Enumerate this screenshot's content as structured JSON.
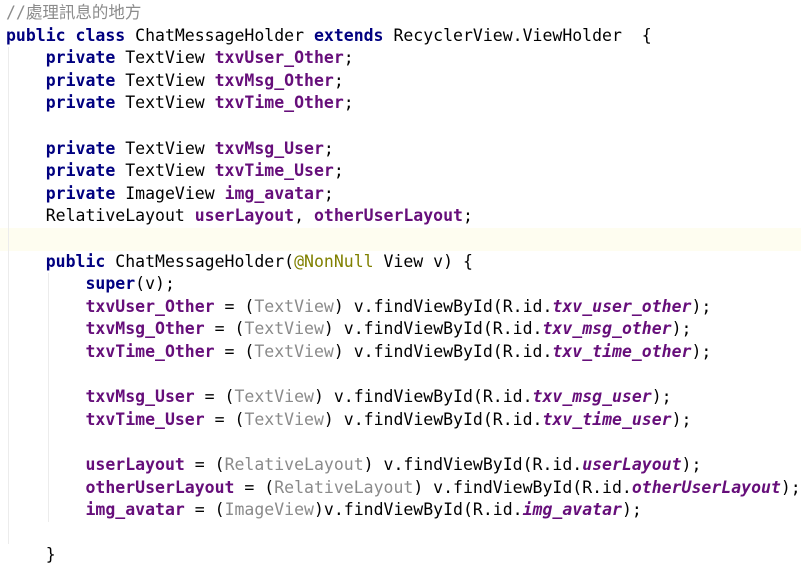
{
  "editor": {
    "language": "java",
    "current_line_index": 10,
    "colors": {
      "background": "#ffffff",
      "comment": "#8c8c8c",
      "keyword": "#000080",
      "field": "#660e7a",
      "annotation": "#808000",
      "cast": "#8a8a8a",
      "current_line": "#fefdf0"
    },
    "lines": [
      [
        {
          "t": "//處理訊息的地方",
          "k": "comment"
        }
      ],
      [
        {
          "t": "public class ",
          "k": "keyword"
        },
        {
          "t": "ChatMessageHolder ",
          "k": "plain"
        },
        {
          "t": "extends ",
          "k": "keyword"
        },
        {
          "t": "RecyclerView.ViewHolder  {",
          "k": "plain"
        }
      ],
      [
        {
          "t": "    private ",
          "k": "keyword"
        },
        {
          "t": "TextView ",
          "k": "plain"
        },
        {
          "t": "txvUser_Other",
          "k": "field"
        },
        {
          "t": ";",
          "k": "plain"
        }
      ],
      [
        {
          "t": "    private ",
          "k": "keyword"
        },
        {
          "t": "TextView ",
          "k": "plain"
        },
        {
          "t": "txvMsg_Other",
          "k": "field"
        },
        {
          "t": ";",
          "k": "plain"
        }
      ],
      [
        {
          "t": "    private ",
          "k": "keyword"
        },
        {
          "t": "TextView ",
          "k": "plain"
        },
        {
          "t": "txvTime_Other",
          "k": "field"
        },
        {
          "t": ";",
          "k": "plain"
        }
      ],
      [],
      [
        {
          "t": "    private ",
          "k": "keyword"
        },
        {
          "t": "TextView ",
          "k": "plain"
        },
        {
          "t": "txvMsg_User",
          "k": "field"
        },
        {
          "t": ";",
          "k": "plain"
        }
      ],
      [
        {
          "t": "    private ",
          "k": "keyword"
        },
        {
          "t": "TextView ",
          "k": "plain"
        },
        {
          "t": "txvTime_User",
          "k": "field"
        },
        {
          "t": ";",
          "k": "plain"
        }
      ],
      [
        {
          "t": "    private ",
          "k": "keyword"
        },
        {
          "t": "ImageView ",
          "k": "plain"
        },
        {
          "t": "img_avatar",
          "k": "field"
        },
        {
          "t": ";",
          "k": "plain"
        }
      ],
      [
        {
          "t": "    RelativeLayout ",
          "k": "plain"
        },
        {
          "t": "userLayout",
          "k": "field"
        },
        {
          "t": ", ",
          "k": "plain"
        },
        {
          "t": "otherUserLayout",
          "k": "field"
        },
        {
          "t": ";",
          "k": "plain"
        }
      ],
      [],
      [
        {
          "t": "    public ",
          "k": "keyword"
        },
        {
          "t": "ChatMessageHolder(",
          "k": "plain"
        },
        {
          "t": "@NonNull ",
          "k": "annotation"
        },
        {
          "t": "View v) {",
          "k": "plain"
        }
      ],
      [
        {
          "t": "        super",
          "k": "keyword"
        },
        {
          "t": "(v);",
          "k": "plain"
        }
      ],
      [
        {
          "t": "        txvUser_Other",
          "k": "field"
        },
        {
          "t": " = (",
          "k": "plain"
        },
        {
          "t": "TextView",
          "k": "cast"
        },
        {
          "t": ") v.findViewById(R.id.",
          "k": "plain"
        },
        {
          "t": "txv_user_other",
          "k": "field-italic"
        },
        {
          "t": ");",
          "k": "plain"
        }
      ],
      [
        {
          "t": "        txvMsg_Other",
          "k": "field"
        },
        {
          "t": " = (",
          "k": "plain"
        },
        {
          "t": "TextView",
          "k": "cast"
        },
        {
          "t": ") v.findViewById(R.id.",
          "k": "plain"
        },
        {
          "t": "txv_msg_other",
          "k": "field-italic"
        },
        {
          "t": ");",
          "k": "plain"
        }
      ],
      [
        {
          "t": "        txvTime_Other",
          "k": "field"
        },
        {
          "t": " = (",
          "k": "plain"
        },
        {
          "t": "TextView",
          "k": "cast"
        },
        {
          "t": ") v.findViewById(R.id.",
          "k": "plain"
        },
        {
          "t": "txv_time_other",
          "k": "field-italic"
        },
        {
          "t": ");",
          "k": "plain"
        }
      ],
      [],
      [
        {
          "t": "        txvMsg_User",
          "k": "field"
        },
        {
          "t": " = (",
          "k": "plain"
        },
        {
          "t": "TextView",
          "k": "cast"
        },
        {
          "t": ") v.findViewById(R.id.",
          "k": "plain"
        },
        {
          "t": "txv_msg_user",
          "k": "field-italic"
        },
        {
          "t": ");",
          "k": "plain"
        }
      ],
      [
        {
          "t": "        txvTime_User",
          "k": "field"
        },
        {
          "t": " = (",
          "k": "plain"
        },
        {
          "t": "TextView",
          "k": "cast"
        },
        {
          "t": ") v.findViewById(R.id.",
          "k": "plain"
        },
        {
          "t": "txv_time_user",
          "k": "field-italic"
        },
        {
          "t": ");",
          "k": "plain"
        }
      ],
      [],
      [
        {
          "t": "        userLayout",
          "k": "field"
        },
        {
          "t": " = (",
          "k": "plain"
        },
        {
          "t": "RelativeLayout",
          "k": "cast"
        },
        {
          "t": ") v.findViewById(R.id.",
          "k": "plain"
        },
        {
          "t": "userLayout",
          "k": "field-italic"
        },
        {
          "t": ");",
          "k": "plain"
        }
      ],
      [
        {
          "t": "        otherUserLayout",
          "k": "field"
        },
        {
          "t": " = (",
          "k": "plain"
        },
        {
          "t": "RelativeLayout",
          "k": "cast"
        },
        {
          "t": ") v.findViewById(R.id.",
          "k": "plain"
        },
        {
          "t": "otherUserLayout",
          "k": "field-italic"
        },
        {
          "t": ");",
          "k": "plain"
        }
      ],
      [
        {
          "t": "        img_avatar",
          "k": "field"
        },
        {
          "t": " = (",
          "k": "plain"
        },
        {
          "t": "ImageView",
          "k": "cast"
        },
        {
          "t": ")v.findViewById(R.id.",
          "k": "plain"
        },
        {
          "t": "img_avatar",
          "k": "field-italic"
        },
        {
          "t": ");",
          "k": "plain"
        }
      ],
      [],
      [
        {
          "t": "    }",
          "k": "plain"
        }
      ]
    ]
  }
}
